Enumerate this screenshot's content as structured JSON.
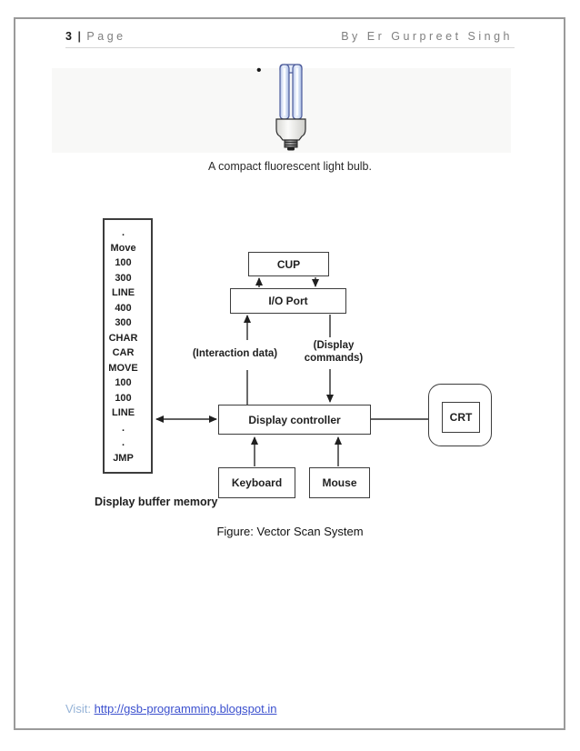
{
  "header": {
    "page_number": "3",
    "separator": "|",
    "page_word": "Page",
    "author": "By Er Gurpreet Singh"
  },
  "image_block": {
    "bullet": "•",
    "image_name": "compact-fluorescent-bulb-illustration",
    "caption": "A compact fluorescent light bulb."
  },
  "diagram": {
    "caption": "Figure: Vector Scan System",
    "buffer": {
      "label": "Display buffer memory",
      "items": [
        ".",
        "Move",
        "100",
        "300",
        "LINE",
        "400",
        "300",
        "CHAR",
        "CAR",
        "MOVE",
        "100",
        "100",
        "LINE",
        ".",
        ".",
        "JMP"
      ]
    },
    "boxes": {
      "cup": "CUP",
      "io_port": "I/O Port",
      "display_controller": "Display controller",
      "keyboard": "Keyboard",
      "mouse": "Mouse",
      "crt": "CRT"
    },
    "edge_labels": {
      "interaction": "(Interaction data)",
      "display_commands": "(Display commands)"
    }
  },
  "footer": {
    "visit_label": "Visit:",
    "link": "http://gsb-programming.blogspot.in"
  },
  "colors": {
    "page_border": "#9a9a9a",
    "image_box_bg": "#f8f8f7",
    "diagram_line": "#2b2b2b",
    "link_blue": "#3b50ce",
    "visit_blue": "#95b3d7",
    "header_gray": "#7f7f7f"
  }
}
